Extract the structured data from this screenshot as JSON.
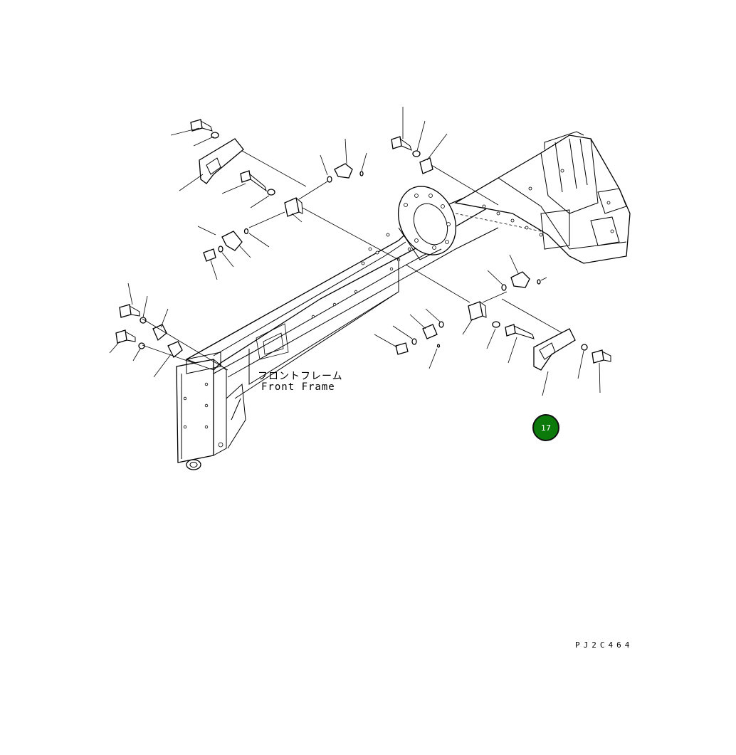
{
  "labels": {
    "part_name_jp": "フロントフレーム",
    "part_name_en": "Front Frame",
    "figure_code": "PJ2C464"
  },
  "callout": {
    "number": "17",
    "color": "#0b7a0b"
  }
}
